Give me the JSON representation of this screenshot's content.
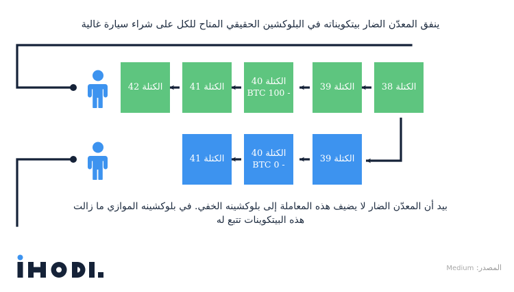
{
  "page": {
    "language": "ar",
    "direction": "rtl",
    "background_color": "#ffffff"
  },
  "captions": {
    "top": "ينفق المعدّن الضار بيتكويناته في البلوكشين الحقيقي المتاح للكل على شراء سيارة غالية",
    "bottom": "بيد أن المعدّن الضار لا يضيف هذه المعاملة إلى بلوكشينه الخفي. في بلوكشينه الموازي ما زالت هذه البيتكوينات تتبع له"
  },
  "colors": {
    "green_block": "#5ec57f",
    "blue_block": "#3d93ef",
    "wire": "#152238",
    "person": "#3d93ef",
    "text_dark": "#1d2b3f",
    "source_text": "#9a9a9a",
    "logo_dark": "#152238",
    "logo_dot": "#3d93ef"
  },
  "chains": [
    {
      "name": "public-chain",
      "color": "#5ec57f",
      "blocks": [
        {
          "title": "الكتلة 42",
          "sub": ""
        },
        {
          "title": "الكتلة 41",
          "sub": ""
        },
        {
          "title": "الكتلة 40",
          "sub": "- 100 BTC"
        },
        {
          "title": "الكتلة 39",
          "sub": ""
        },
        {
          "title": "الكتلة 38",
          "sub": ""
        }
      ]
    },
    {
      "name": "hidden-chain",
      "color": "#3d93ef",
      "blocks": [
        {
          "title": "الكتلة 41",
          "sub": ""
        },
        {
          "title": "الكتلة 40",
          "sub": "- 0 BTC"
        },
        {
          "title": "الكتلة 39",
          "sub": ""
        }
      ]
    }
  ],
  "actors": [
    {
      "name": "miner-public",
      "icon": "person-icon"
    },
    {
      "name": "miner-hidden",
      "icon": "person-icon"
    }
  ],
  "footer": {
    "logo_text": "IHODI.",
    "source_label": "المصدر:",
    "source_name": "Medium"
  }
}
